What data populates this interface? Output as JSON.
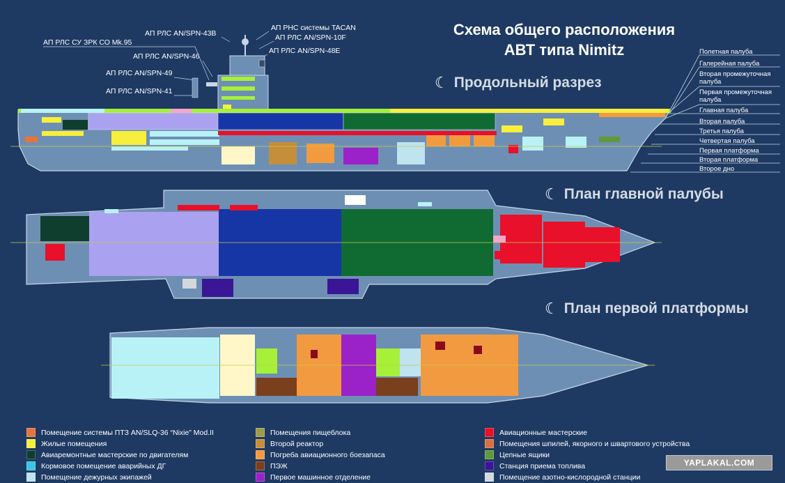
{
  "title_line1": "Схема общего расположения",
  "title_line2": "АВТ типа Nimitz",
  "sections": {
    "longitudinal": "Продольный разрез",
    "main_deck": "План главной палубы",
    "first_platform": "План первой платформы"
  },
  "antenna_labels": [
    "АП РЛС СУ ЗРК СО Mk.95",
    "АП РЛС AN/SPN-43B",
    "АП РЛС AN/SPN-46",
    "АП РЛС AN/SPN-49",
    "АП РЛС AN/SPN-41",
    "АП РНС системы TACAN",
    "АП РЛС AN/SPN-10F",
    "АП РЛС AN/SPN-48E"
  ],
  "deck_labels": [
    "Полетная палуба",
    "Галерейная палуба",
    "Вторая промежуточная палуба",
    "Первая промежуточная палуба",
    "Главная палуба",
    "Вторая палуба",
    "Третья палуба",
    "Четвертая палуба",
    "Первая платформа",
    "Вторая платформа",
    "Второе дно"
  ],
  "legend": [
    {
      "label": "Помещение системы ПТЗ AN/SLQ-36 “Nixie” Mod.II",
      "color": "#e8733a"
    },
    {
      "label": "Жилые помещения",
      "color": "#f6ef3c"
    },
    {
      "label": "Авиаремонтные мастерские по двигателям",
      "color": "#0f3d2e"
    },
    {
      "label": "Кормовое помещение аварийных ДГ",
      "color": "#39c6e6"
    },
    {
      "label": "Помещение дежурных экипажей",
      "color": "#bfe3ef"
    },
    {
      "label": "Помещения пищеблока",
      "color": "#9c9c4c"
    },
    {
      "label": "Второй реактор",
      "color": "#c58e3a"
    },
    {
      "label": "Погреба авиационного боезапаса",
      "color": "#f29a3f"
    },
    {
      "label": "ПЭЖ",
      "color": "#7a3f1c"
    },
    {
      "label": "Первое машинное отделение",
      "color": "#9a22c8"
    },
    {
      "label": "Авиационные мастерские",
      "color": "#e8102a"
    },
    {
      "label": "Помещения шпилей, якорного и швартового устройства",
      "color": "#d9703f"
    },
    {
      "label": "Цепные ящики",
      "color": "#5e9a3a"
    },
    {
      "label": "Станция приема топлива",
      "color": "#3a1596"
    },
    {
      "label": "Помещение азотно-кислородной станции",
      "color": "#d3d8dd"
    }
  ],
  "watermark": "YAPLAKAL.COM",
  "colors": {
    "background": "#1e3a63",
    "hull_fill": "#6e8fb4",
    "hull_stroke": "#c9d6e6",
    "hangar": "#aaa2f0",
    "reactor_blue": "#1636a6",
    "engine_green": "#0f6b32",
    "light_cyan": "#b9f2f6",
    "lime": "#a6f03a",
    "cream": "#fff7c8",
    "pink": "#f5a6c8"
  }
}
